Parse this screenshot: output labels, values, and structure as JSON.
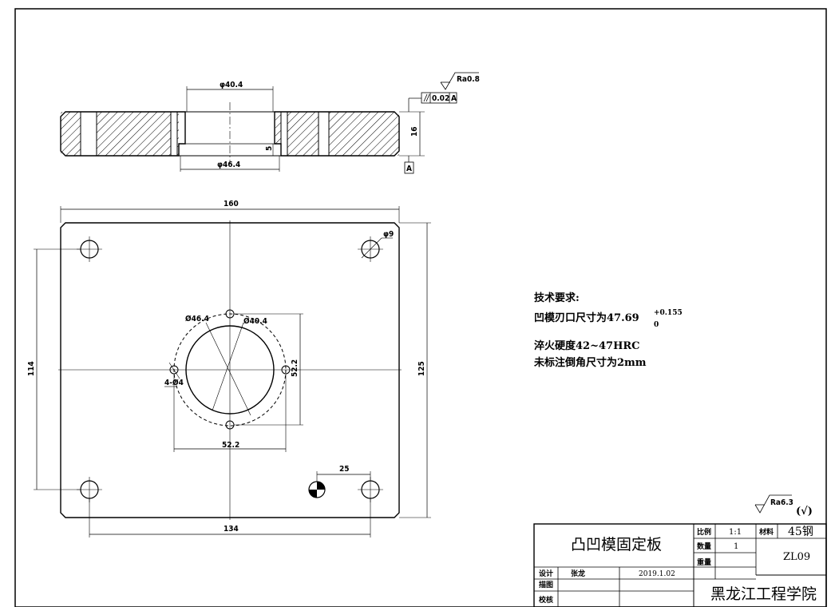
{
  "section_view": {
    "dim_bore_top": "φ40.4",
    "dim_bore_top_tol": "",
    "dim_bore_bottom": "φ46.4",
    "dim_thickness": "16",
    "dim_step": "5",
    "roughness_label": "Ra0.8",
    "parallelism_value": "0.02",
    "parallelism_datum": "A",
    "datum_label": "A"
  },
  "plan_view": {
    "dim_width": "160",
    "dim_height": "125",
    "dim_hole_span_v": "114",
    "dim_hole_span_h": "134",
    "dim_corner_hole": "φ9",
    "dim_outer_circle": "Ø46.4",
    "dim_inner_circle": "Ø40.4",
    "dim_small_holes": "4-Ø4",
    "dim_pattern_h": "52.2",
    "dim_pattern_v": "52.2",
    "dim_pin_offset": "25"
  },
  "tech_requirements": {
    "title": "技术要求:",
    "line1": "凹模刃口尺寸为47.69",
    "line1_tol_upper": "+0.155",
    "line1_tol_lower": "0",
    "line2": "淬火硬度42~47HRC",
    "line3": "未标注倒角尺寸为2mm"
  },
  "roughness_general": {
    "value": "Ra6.3",
    "check": "(√)"
  },
  "title_block": {
    "part_name": "凸凹模固定板",
    "scale_label": "比例",
    "scale_value": "1:1",
    "material_label": "材料",
    "material_value": "45钢",
    "quantity_label": "数量",
    "quantity_value": "1",
    "drawing_no": "ZL09",
    "weight_label": "重量",
    "designer_label": "设计",
    "designer_name": "张龙",
    "date": "2019.1.02",
    "drafter_label": "描图",
    "checker_label": "校核",
    "institution": "黑龙江工程学院"
  }
}
